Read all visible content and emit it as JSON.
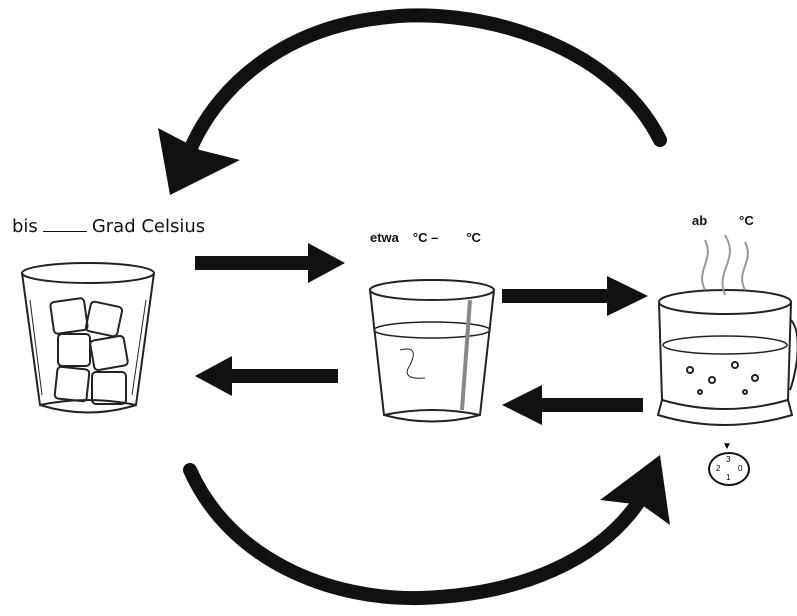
{
  "labels": {
    "ice": {
      "prefix": "bis",
      "suffix": "Grad Celsius"
    },
    "water": {
      "prefix": "etwa",
      "unit1": "°C –",
      "unit2": "°C"
    },
    "steam": {
      "prefix": "ab",
      "unit": "°C"
    }
  },
  "dial": {
    "numbers": [
      "3",
      "2",
      "0",
      "1"
    ]
  },
  "icons": [
    "cycle-arrow-top",
    "cycle-arrow-bottom",
    "arrow-right",
    "arrow-left",
    "ice-glass",
    "water-glass",
    "boiling-kettle",
    "dial"
  ]
}
